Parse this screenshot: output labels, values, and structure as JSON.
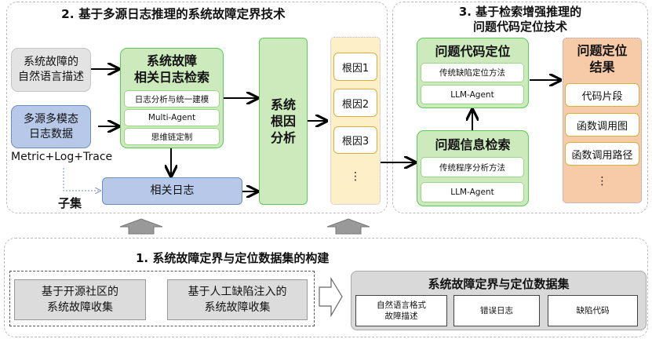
{
  "section2": {
    "title": "2. 基于多源日志推理的系统故障定界技术",
    "nl_desc": [
      "系统故障的",
      "自然语言描述"
    ],
    "multi_source": [
      "多源多模态",
      "日志数据"
    ],
    "metric_label": "Metric+Log+Trace",
    "subset_label": "子集",
    "retrieval": {
      "title": [
        "系统故障",
        "相关日志检索"
      ],
      "items": [
        "日志分析与统一建模",
        "Multi-Agent",
        "思维链定制"
      ]
    },
    "related_logs": "相关日志",
    "rca": [
      "系统",
      "根因",
      "分析"
    ],
    "root_causes": [
      "根因1",
      "根因2",
      "根因3",
      "⋮"
    ]
  },
  "section3": {
    "title": [
      "3. 基于检索增强推理的",
      "问题代码定位技术"
    ],
    "code_loc": {
      "title": "问题代码定位",
      "items": [
        "传统缺陷定位方法",
        "LLM-Agent"
      ]
    },
    "info_retrieval": {
      "title": "问题信息检索",
      "items": [
        "传统程序分析方法",
        "LLM-Agent"
      ]
    },
    "result": {
      "title": [
        "问题定位",
        "结果"
      ],
      "items": [
        "代码片段",
        "函数调用图",
        "函数调用路径",
        "⋮"
      ]
    }
  },
  "section1": {
    "title": "1. 系统故障定界与定位数据集的构建",
    "sources": [
      [
        "基于开源社区的",
        "系统故障收集"
      ],
      [
        "基于人工缺陷注入的",
        "系统故障收集"
      ]
    ],
    "dataset": {
      "title": "系统故障定界与定位数据集",
      "items": [
        [
          "自然语言格式",
          "故障描述"
        ],
        [
          "错误日志"
        ],
        [
          "缺陷代码"
        ]
      ]
    }
  }
}
